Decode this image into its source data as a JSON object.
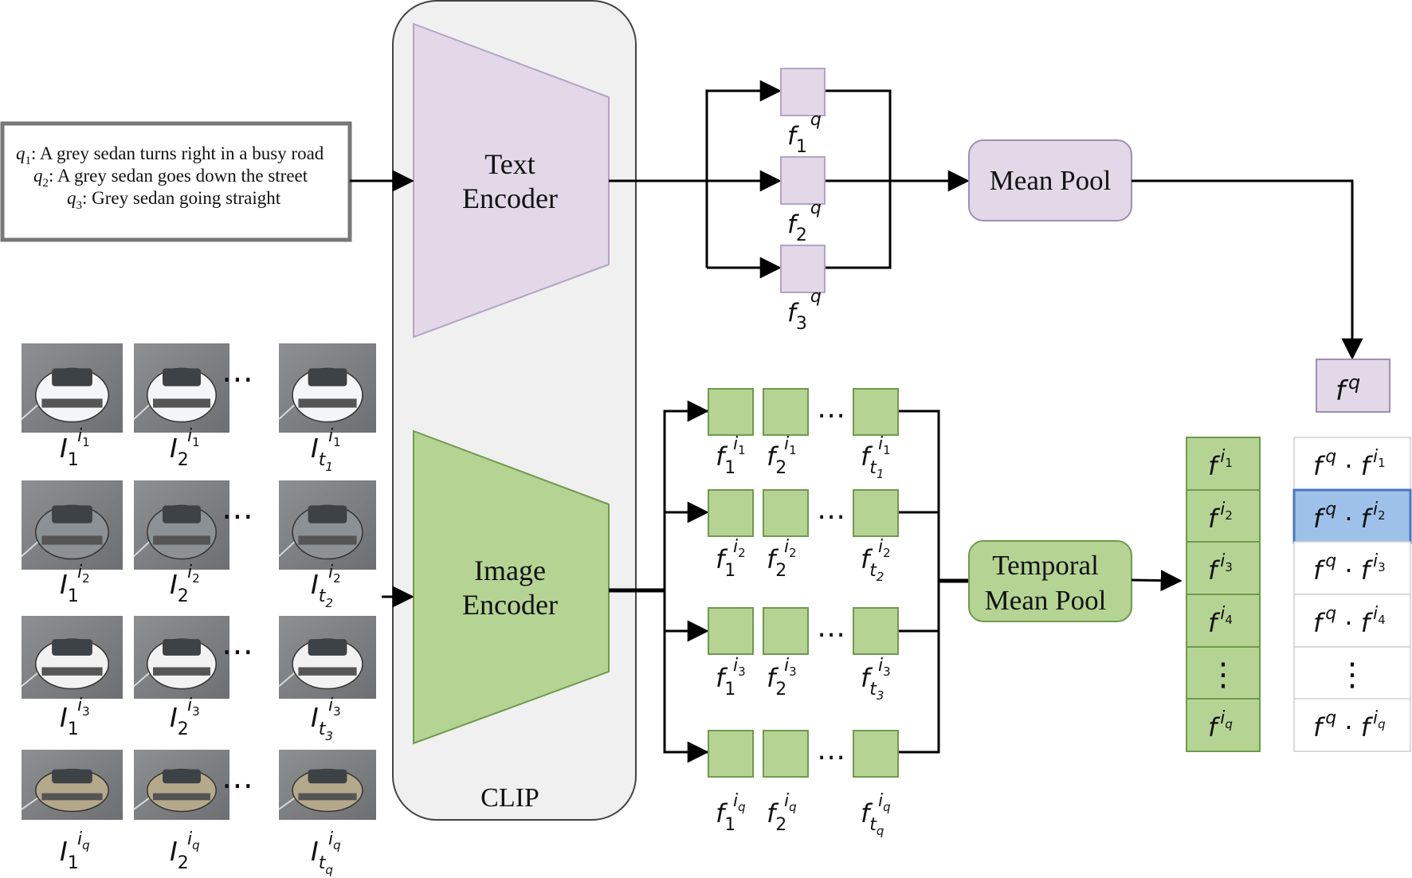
{
  "query_box": {
    "queries": [
      {
        "sub": "1",
        "text": ": A grey sedan turns right in a busy road"
      },
      {
        "sub": "2",
        "text": ": A grey sedan goes down the street"
      },
      {
        "sub": "3",
        "text": ": Grey sedan going straight"
      }
    ],
    "q_symbol": "q"
  },
  "clip": {
    "label": "CLIP",
    "text_encoder": {
      "line1": "Text",
      "line2": "Encoder"
    },
    "image_encoder": {
      "line1": "Image",
      "line2": "Encoder"
    }
  },
  "text_features": [
    {
      "sub": "1",
      "sup": "q"
    },
    {
      "sub": "2",
      "sup": "q"
    },
    {
      "sub": "3",
      "sup": "q"
    }
  ],
  "mean_pool": {
    "label": "Mean Pool"
  },
  "fq": {
    "f": "f",
    "sup": "q"
  },
  "temporal_mean_pool": {
    "line1": "Temporal",
    "line2": "Mean Pool"
  },
  "frame_rows": [
    {
      "track": "1",
      "labels": [
        {
          "sub": "1"
        },
        {
          "sub": "2"
        },
        {
          "sub": "t",
          "subsub": "1"
        }
      ]
    },
    {
      "track": "2",
      "labels": [
        {
          "sub": "1"
        },
        {
          "sub": "2"
        },
        {
          "sub": "t",
          "subsub": "2"
        }
      ]
    },
    {
      "track": "3",
      "labels": [
        {
          "sub": "1"
        },
        {
          "sub": "2"
        },
        {
          "sub": "t",
          "subsub": "3"
        }
      ]
    },
    {
      "track": "q",
      "labels": [
        {
          "sub": "1"
        },
        {
          "sub": "2"
        },
        {
          "sub": "t",
          "subsub": "q"
        }
      ]
    }
  ],
  "image_feature_symbols": {
    "f": "f",
    "I": "I",
    "i": "i"
  },
  "track_features": [
    "1",
    "2",
    "3",
    "4",
    "dots",
    "q"
  ],
  "similarities": [
    "1",
    "2",
    "3",
    "4",
    "dots",
    "q"
  ],
  "highlighted_similarity": "2",
  "colors": {
    "text_purple": "#e2d8e8",
    "text_purple_stroke": "#b3a4c4",
    "image_green": "#b5d494",
    "image_green_stroke": "#6f9a4c",
    "highlight_blue": "#9ec1ea",
    "highlight_blue_stroke": "#4a77bf",
    "clip_bg": "#f0f0f0"
  }
}
